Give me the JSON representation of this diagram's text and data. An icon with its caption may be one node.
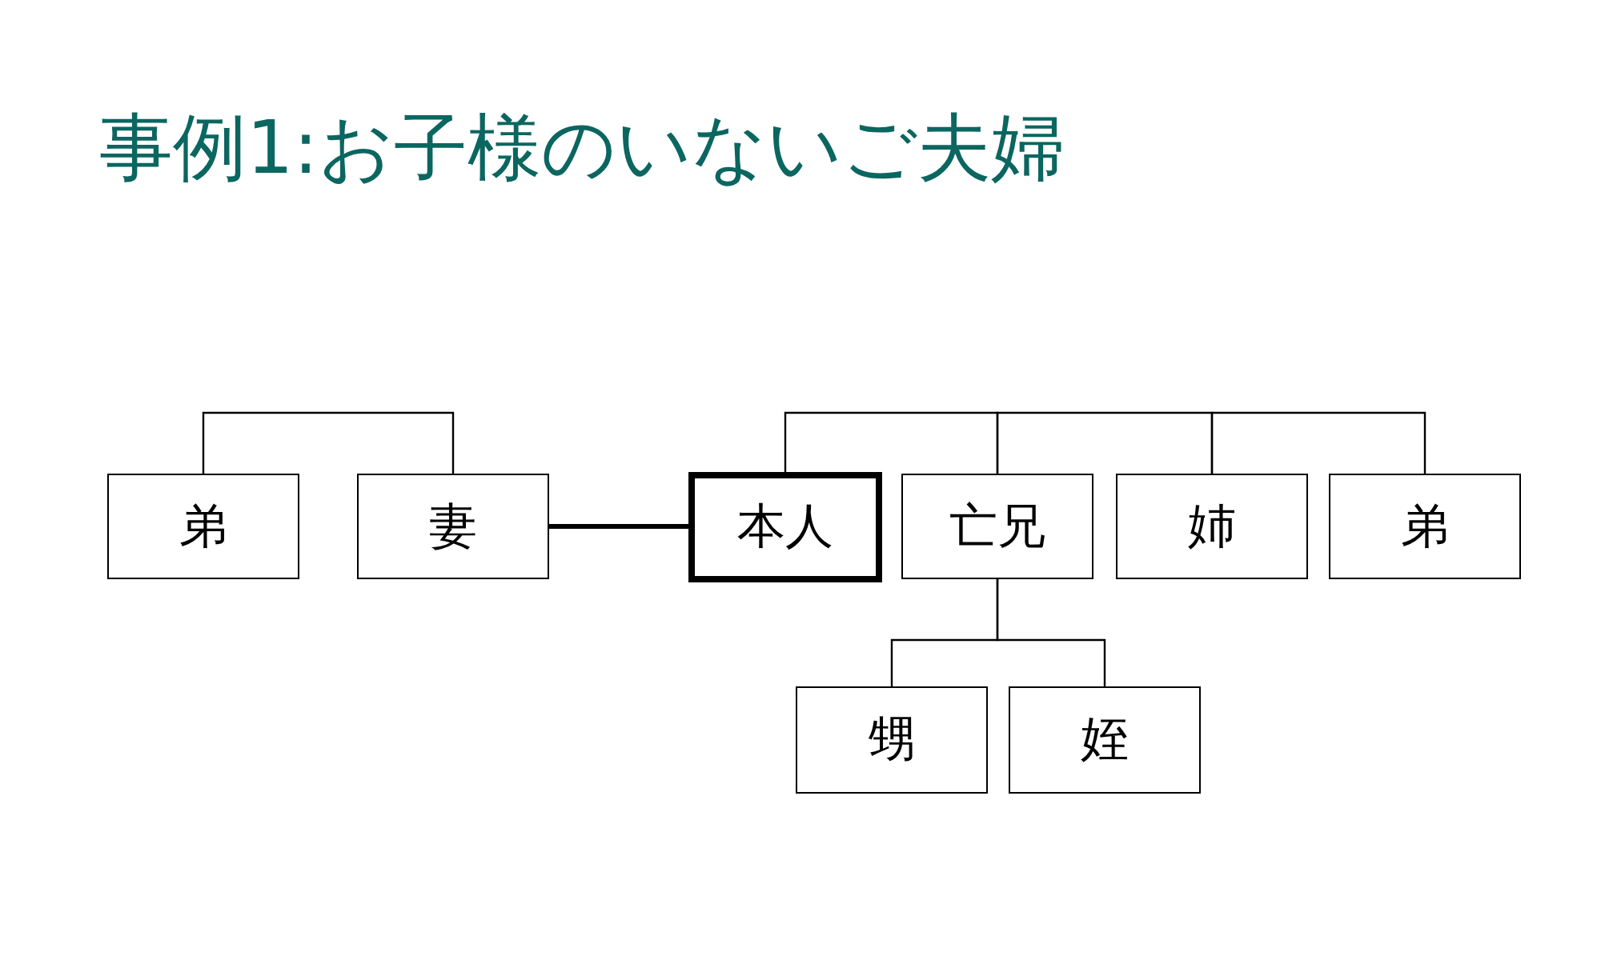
{
  "diagram": {
    "title": "事例1:お子様のいないご夫婦",
    "nodes": [
      {
        "text": [
          "弟"
        ]
      },
      {
        "text": [
          "妻"
        ]
      },
      {
        "text": [
          "本人"
        ]
      },
      {
        "text": [
          "亡兄"
        ]
      },
      {
        "text": [
          "姉"
        ]
      },
      {
        "text": [
          "弟"
        ]
      },
      {
        "text": [
          "甥"
        ]
      },
      {
        "text": [
          "姪"
        ]
      }
    ],
    "edges": [
      {
        "from": 0,
        "to": 1,
        "arrow": "none"
      },
      {
        "from": 1,
        "to": 2,
        "arrow": "none",
        "style": "thick"
      },
      {
        "from": 2,
        "to": 3,
        "arrow": "none"
      },
      {
        "from": 3,
        "to": 4,
        "arrow": "none"
      },
      {
        "from": 4,
        "to": 5,
        "arrow": "none"
      },
      {
        "from": 3,
        "to": 6,
        "arrow": "none"
      },
      {
        "from": 3,
        "to": 7,
        "arrow": "none"
      }
    ]
  }
}
